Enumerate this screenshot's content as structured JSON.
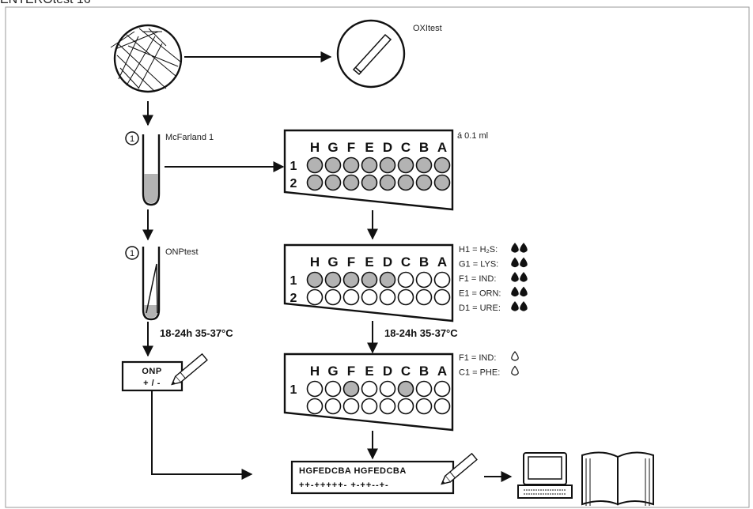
{
  "title": "ENTEROtest 16",
  "oxitest_label": "OXItest",
  "mcfarland_label": "McFarland 1",
  "onptest_label": "ONPtest",
  "step_number": "1",
  "volume_label": "á 0.1 ml",
  "incubation_label": "18-24h 35-37°C",
  "well_columns": [
    "H",
    "G",
    "F",
    "E",
    "D",
    "C",
    "B",
    "A"
  ],
  "row_labels": [
    "1",
    "2"
  ],
  "colors": {
    "line": "#111111",
    "well_filled": "#b3b3b3",
    "well_empty": "#ffffff",
    "frame": "#999999"
  },
  "panels": [
    {
      "row1_filled": [
        1,
        1,
        1,
        1,
        1,
        1,
        1,
        1
      ],
      "row2_filled": [
        1,
        1,
        1,
        1,
        1,
        1,
        1,
        1
      ],
      "show_row_labels": [
        true,
        true
      ]
    },
    {
      "row1_filled": [
        1,
        1,
        1,
        1,
        1,
        0,
        0,
        0
      ],
      "row2_filled": [
        0,
        0,
        0,
        0,
        0,
        0,
        0,
        0
      ],
      "show_row_labels": [
        true,
        true
      ]
    },
    {
      "row1_filled": [
        0,
        0,
        1,
        0,
        0,
        1,
        0,
        0
      ],
      "row2_filled": [
        0,
        0,
        0,
        0,
        0,
        0,
        0,
        0
      ],
      "show_row_labels": [
        true,
        false
      ]
    }
  ],
  "reagents_panel2": [
    {
      "label": "H1 = H₂S:",
      "drops": 2,
      "drop_type": "filled"
    },
    {
      "label": "G1 = LYS:",
      "drops": 2,
      "drop_type": "filled"
    },
    {
      "label": "F1 = IND:",
      "drops": 2,
      "drop_type": "filled"
    },
    {
      "label": "E1 = ORN:",
      "drops": 2,
      "drop_type": "filled"
    },
    {
      "label": "D1 = URE:",
      "drops": 2,
      "drop_type": "filled"
    }
  ],
  "reagents_panel3": [
    {
      "label": "F1 = IND:",
      "drops": 1,
      "drop_type": "outline"
    },
    {
      "label": "C1 = PHE:",
      "drops": 1,
      "drop_type": "outline"
    }
  ],
  "onp_box": {
    "line1": "ONP",
    "line2": "+ / -"
  },
  "result_strip": {
    "header": "HGFEDCBA HGFEDCBA",
    "results": "++-+++++- +-++--+-"
  },
  "icons": [
    "agar-plate-icon",
    "oxitest-strip-icon",
    "test-tube-icon",
    "onp-tube-icon",
    "pencil-icon",
    "computer-icon",
    "open-book-icon"
  ]
}
